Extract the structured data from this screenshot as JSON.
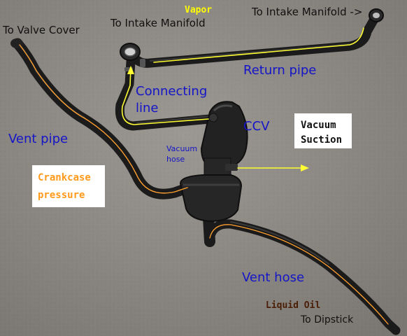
{
  "labels": {
    "vapor": "Vapor",
    "to_intake_manifold_left": "To Intake Manifold",
    "to_intake_manifold_right": "To Intake Manifold ->",
    "to_valve_cover": "To Valve Cover",
    "return_pipe": "Return pipe",
    "connecting_line_1": "Connecting",
    "connecting_line_2": "line",
    "vent_pipe": "Vent pipe",
    "ccv": "CCV",
    "vacuum_1": "Vacuum",
    "suction": "Suction",
    "vacuum_hose_1": "Vacuum",
    "vacuum_hose_2": "hose",
    "crankcase_1": "Crankcase",
    "pressure": "pressure",
    "vent_hose": "Vent hose",
    "liquid_oil": "Liquid Oil",
    "to_dipstick": "To Dipstick"
  },
  "colors": {
    "blue_label": "#1515c8",
    "black_label": "#111111",
    "vapor_yellow": "#ffff00",
    "oil_brown": "#4a1e06",
    "crankcase_orange": "#ff9a1a",
    "flow_yellow": "#ffff33",
    "flow_orange": "#ffa030"
  }
}
